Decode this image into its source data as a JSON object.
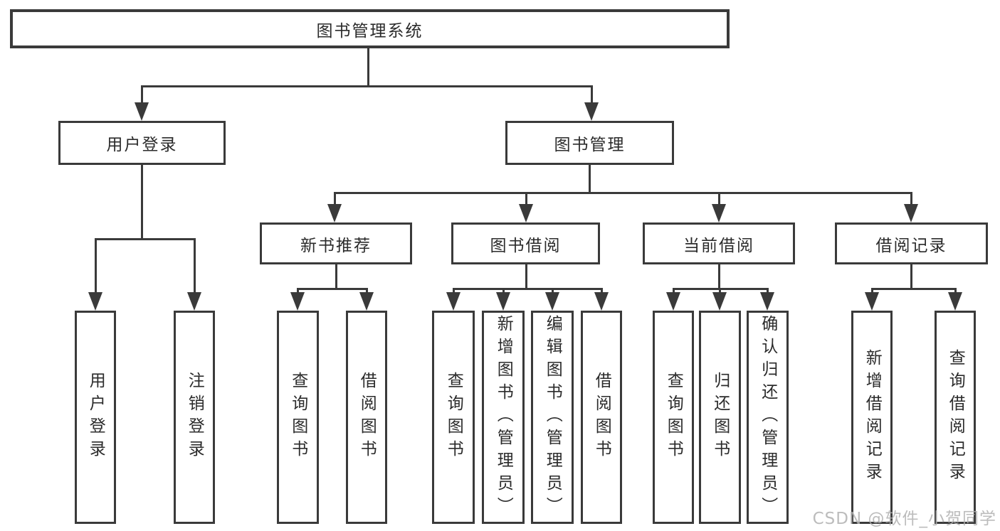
{
  "tree": {
    "root": {
      "label": "图书管理系统"
    },
    "branches": [
      {
        "label": "用户登录",
        "children": [
          {
            "label": "用户登录"
          },
          {
            "label": "注销登录"
          }
        ]
      },
      {
        "label": "图书管理",
        "children": [
          {
            "label": "新书推荐",
            "children": [
              {
                "label": "查询图书"
              },
              {
                "label": "借阅图书"
              }
            ]
          },
          {
            "label": "图书借阅",
            "children": [
              {
                "label": "查询图书"
              },
              {
                "label": "新增图书（管理员）"
              },
              {
                "label": "编辑图书（管理员）"
              },
              {
                "label": "借阅图书"
              }
            ]
          },
          {
            "label": "当前借阅",
            "children": [
              {
                "label": "查询图书"
              },
              {
                "label": "归还图书"
              },
              {
                "label": "确认归还（管理员）"
              }
            ]
          },
          {
            "label": "借阅记录",
            "children": [
              {
                "label": "新增借阅记录"
              },
              {
                "label": "查询借阅记录"
              }
            ]
          }
        ]
      }
    ]
  },
  "watermark": "CSDN @软件_小贺同学",
  "colors": {
    "line": "#3a3a3a",
    "box_border": "#3a3a3a",
    "text": "#2b2b2b",
    "watermark": "#b0b0b0",
    "background": "#ffffff"
  }
}
